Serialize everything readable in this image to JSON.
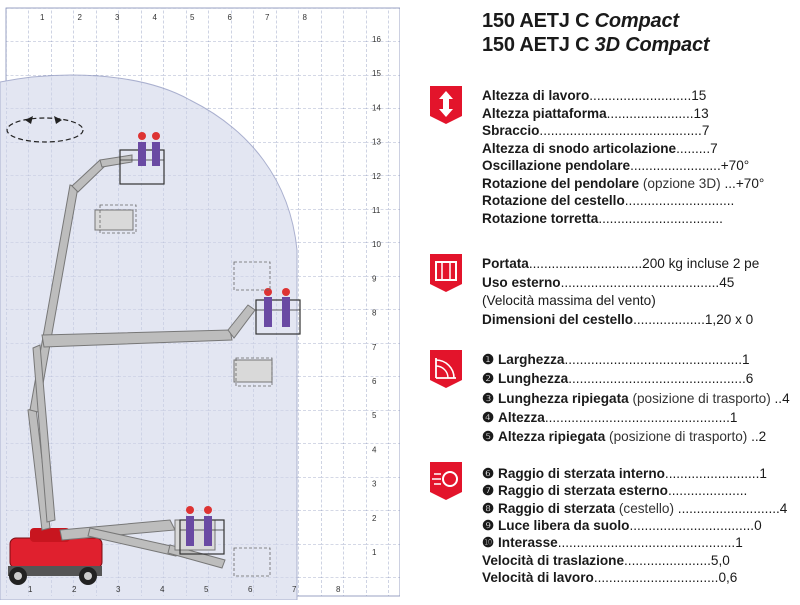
{
  "titles": {
    "line1": "150 AETJ C",
    "line1_italic": "Compact",
    "line2": "150 AETJ C",
    "line2_italic": "3D Compact"
  },
  "grid": {
    "x_ticks": [
      "1",
      "2",
      "3",
      "4",
      "5",
      "6",
      "7",
      "8"
    ],
    "y_ticks": [
      "16",
      "15",
      "14",
      "13",
      "12",
      "11",
      "10",
      "9",
      "8",
      "7",
      "6",
      "5",
      "4",
      "3",
      "2",
      "1"
    ],
    "bottom_ticks": [
      "1",
      "2",
      "3",
      "4",
      "5",
      "6",
      "7",
      "8"
    ]
  },
  "sections": {
    "dimensions": [
      {
        "label": "Altezza di lavoro",
        "leader": "...........................",
        "value": "15"
      },
      {
        "label": "Altezza piattaforma",
        "leader": ".......................",
        "value": "13"
      },
      {
        "label": "Sbraccio",
        "leader": "...........................................",
        "value": "7"
      },
      {
        "label": "Altezza di snodo articolazione",
        "leader": ".........",
        "value": "7"
      },
      {
        "label": "Oscillazione pendolare",
        "leader": "........................",
        "value": "+70°"
      },
      {
        "label": "Rotazione del pendolare",
        "extra": "(opzione 3D)",
        "leader": "...",
        "value": "+70°"
      },
      {
        "label": "Rotazione del cestello",
        "leader": ".............................",
        "value": ""
      },
      {
        "label": "Rotazione torretta",
        "leader": ".................................",
        "value": ""
      }
    ],
    "capacity": [
      {
        "label": "Portata",
        "leader": "..............................",
        "value": "200 kg incluse 2 pe"
      },
      {
        "label": "Uso esterno",
        "leader": "..........................................",
        "value": "45"
      },
      {
        "plain": "(Velocità massima del vento)"
      },
      {
        "label": "Dimensioni del cestello",
        "leader": "...................",
        "value": "1,20 x 0"
      }
    ],
    "transport": [
      {
        "num": "❶",
        "label": "Larghezza",
        "leader": "...............................................",
        "value": "1"
      },
      {
        "num": "❷",
        "label": "Lunghezza",
        "leader": "...............................................",
        "value": "6"
      },
      {
        "num": "❸",
        "label": "Lunghezza ripiegata",
        "extra": "(posizione di trasporto)",
        "leader": "..",
        "value": "4"
      },
      {
        "num": "❹",
        "label": "Altezza",
        "leader": ".................................................",
        "value": "1"
      },
      {
        "num": "❺",
        "label": "Altezza ripiegata",
        "extra": "(posizione di trasporto)",
        "leader": "..",
        "value": "2"
      }
    ],
    "drive": [
      {
        "num": "❻",
        "label": "Raggio di sterzata interno",
        "leader": ".........................",
        "value": "1"
      },
      {
        "num": "❼",
        "label": "Raggio di sterzata esterno",
        "leader": ".....................",
        "value": ""
      },
      {
        "num": "❽",
        "label": "Raggio di sterzata",
        "extra": "(cestello)",
        "leader": "...........................",
        "value": "4"
      },
      {
        "num": "❾",
        "label": "Luce libera da suolo",
        "leader": ".................................",
        "value": "0"
      },
      {
        "num": "❿",
        "label": "Interasse",
        "leader": "...............................................",
        "value": "1"
      },
      {
        "label": "Velocità di traslazione",
        "leader": ".......................",
        "value": "5,0"
      },
      {
        "label": "Velocità di lavoro",
        "leader": ".................................",
        "value": "0,6"
      }
    ]
  },
  "icons": {
    "dimensions": "vertical-arrows-icon",
    "capacity": "basket-icon",
    "transport": "outreach-arc-icon",
    "drive": "wheel-speed-icon"
  },
  "colors": {
    "accent": "#e3142b",
    "envelope": "#e3e6f2",
    "grid": "#7f8bb5",
    "machine_red": "#e0202e",
    "machine_grey": "#b8b8b8"
  }
}
